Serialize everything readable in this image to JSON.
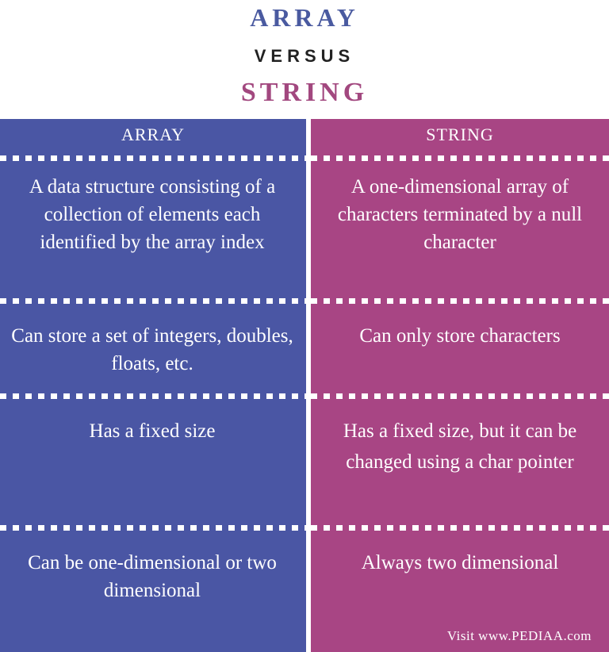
{
  "header": {
    "title_left": "ARRAY",
    "versus": "VERSUS",
    "title_right": "STRING"
  },
  "colors": {
    "array": "#4a56a4",
    "string": "#a84584",
    "title_array": "#4a5aa0",
    "title_string": "#a2487f"
  },
  "columns": [
    {
      "heading": "ARRAY",
      "rows": [
        "A data structure consisting of a collection of elements each identified by the array index",
        "Can store a set of integers, doubles, floats, etc.",
        "Has a fixed size",
        "Can be one-dimensional or two dimensional"
      ]
    },
    {
      "heading": "STRING",
      "rows": [
        "A one-dimensional array of characters terminated by a null character",
        "Can only store characters",
        "Has a fixed size, but it can be changed using a char pointer",
        "Always two dimensional"
      ]
    }
  ],
  "footer": {
    "credit": "Visit www.PEDIAA.com"
  }
}
